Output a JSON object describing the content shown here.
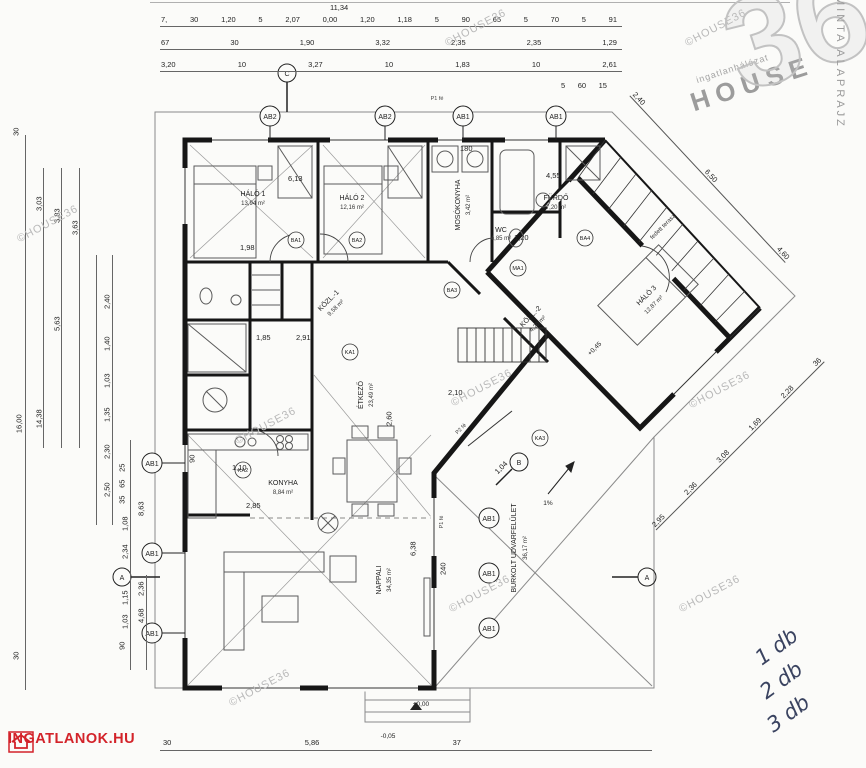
{
  "watermark": {
    "text": "©HOUSE36"
  },
  "logo_house36": {
    "name": "HOUSE",
    "tagline": "ingatlanhálózat",
    "watermark_big": "36"
  },
  "side_label": "MINTA ALAPRAJZ",
  "logo_ingatlanok": {
    "text": "INGATLANOK.HU"
  },
  "handwritten": {
    "line1": "1 db",
    "line2": "2 db",
    "line3": "3 db"
  },
  "rooms": {
    "halo1": {
      "name": "HÁLÓ 1",
      "area": "13,94 m²"
    },
    "halo2": {
      "name": "HÁLÓ 2",
      "area": "12,16 m²"
    },
    "mosokonyha": {
      "name": "MOSÓKONYHA",
      "area": "3,42 m²"
    },
    "furdo": {
      "name": "FÜRDŐ",
      "area": "7,20 m²"
    },
    "wc": {
      "name": "WC",
      "area": "1,85 m²"
    },
    "halo3": {
      "name": "HÁLÓ 3",
      "area": "12,87 m²"
    },
    "terasz": {
      "name": "fedett terasz"
    },
    "kozl1": {
      "name": "KÖZL.-1",
      "area": "9,58 m²"
    },
    "kozl2": {
      "name": "KÖZL.-2",
      "area": "4,20 m²"
    },
    "konyha": {
      "name": "KONYHA",
      "area": "8,84 m²"
    },
    "etkezo": {
      "name": "ÉTKEZŐ",
      "area": "23,49 m²"
    },
    "nappali": {
      "name": "NAPPALI",
      "area": "34,35 m²"
    },
    "udvar": {
      "name": "BURKOLT UDVARFELÜLET",
      "area": "36,17 m²"
    }
  },
  "markers": {
    "top": [
      "AB2",
      "AB2",
      "AB1",
      "AB1"
    ],
    "left": [
      "AB1",
      "AB1",
      "AB1"
    ],
    "court": [
      "AB1",
      "AB1",
      "AB1"
    ],
    "sectionA": "A",
    "sectionB": "B",
    "sectionC": "C"
  },
  "bubbles": [
    "BA1",
    "BA2",
    "BA3",
    "KA1",
    "KA2",
    "MA1",
    "BA4",
    "KA3"
  ],
  "window_labels": [
    "P1 fé",
    "P2 fé",
    "P1 fé"
  ],
  "levels": {
    "l1": "+0,45",
    "l2": "±0,00",
    "l3": "-0,05",
    "slope": "1%"
  },
  "dims": {
    "overall_top": "11,34",
    "top1": [
      "7,",
      "30",
      "1,20",
      "5",
      "2,07",
      "0,00",
      "1,20",
      "1,18",
      "5",
      "90",
      "65",
      "5",
      "70",
      "5",
      "91"
    ],
    "top2": [
      "67",
      "30",
      "1,90",
      "3,32",
      "2,35",
      "2,35",
      "1,29"
    ],
    "top3": [
      "3,20",
      "10",
      "3,27",
      "10",
      "1,83",
      "10",
      "2,61"
    ],
    "right_small": [
      "5",
      "60",
      "15"
    ],
    "right_top": [
      "2,40",
      "6,50",
      "4,60"
    ],
    "right_diag": [
      "2,95",
      "2,36",
      "3,08",
      "1,69",
      "2,28",
      "36"
    ],
    "bottom": [
      "30",
      "5,86",
      "37"
    ],
    "left": [
      "30",
      "3,03",
      "3,83",
      "3,63",
      "5,63",
      "14,38",
      "16,00",
      "2,40",
      "1,40",
      "1,03",
      "1,35",
      "2,30",
      "2,50",
      "25",
      "65",
      "35",
      "1,08",
      "2,34",
      "8,63",
      "1,15",
      "2,36",
      "1,03",
      "4,68",
      "90",
      "30"
    ],
    "inner": [
      "6,13",
      "1,98",
      "1,20",
      "4,55",
      "2,91",
      "1,85",
      "2,10",
      "2,60",
      "1,04",
      "2,85",
      "1,10",
      "6,38",
      "90",
      "240",
      "180"
    ]
  }
}
